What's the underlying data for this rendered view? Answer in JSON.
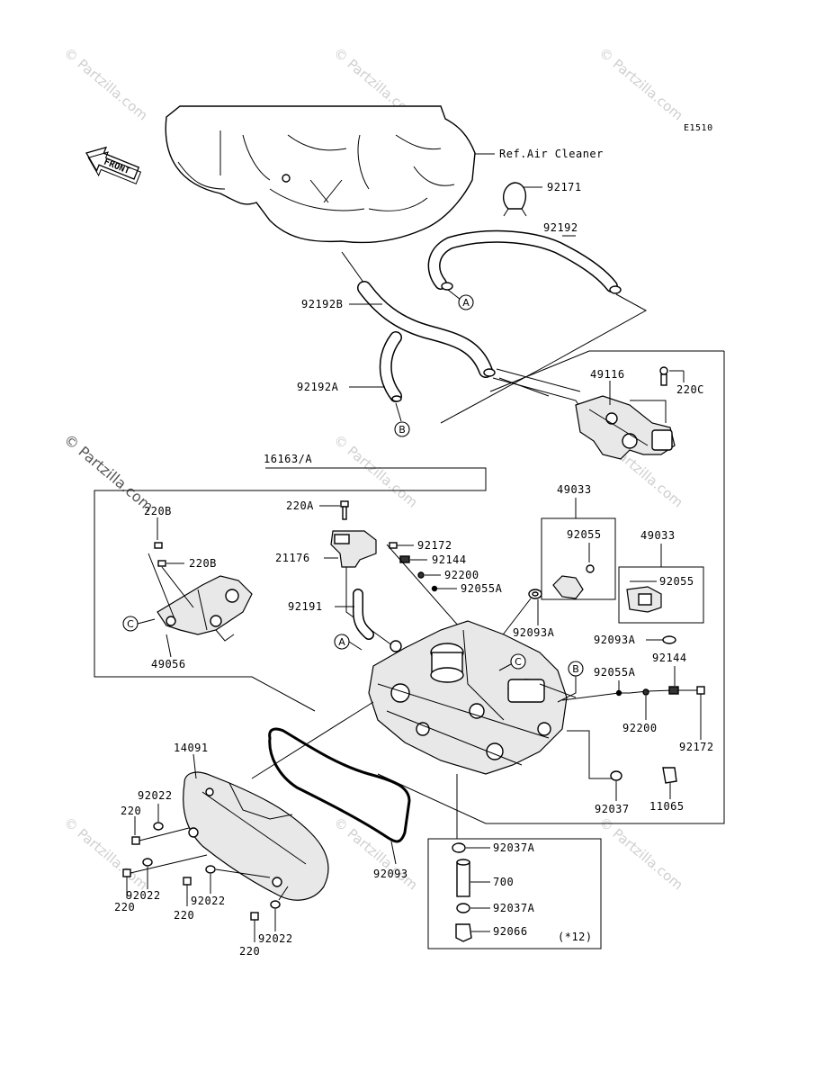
{
  "diagram": {
    "code": "E1510",
    "front_label": "FRONT",
    "ref_label": "Ref.Air Cleaner",
    "note": "(*12)",
    "watermark": "© Partzilla.com",
    "callouts": [
      "A",
      "A",
      "B",
      "B",
      "C",
      "C"
    ],
    "parts": {
      "p92171": "92171",
      "p92192": "92192",
      "p92192B": "92192B",
      "p92192A": "92192A",
      "p49116": "49116",
      "p220C": "220C",
      "p16163A": "16163/A",
      "p220A": "220A",
      "p220B_a": "220B",
      "p220B_b": "220B",
      "p21176": "21176",
      "p92172_top": "92172",
      "p92144_top": "92144",
      "p92200_top": "92200",
      "p92055A_top": "92055A",
      "p92191": "92191",
      "p49056": "49056",
      "p49033_a": "49033",
      "p92055_a": "92055",
      "p49033_b": "49033",
      "p92055_b": "92055",
      "p92093A_a": "92093A",
      "p92093A_b": "92093A",
      "p92055A_r": "92055A",
      "p92144_r": "92144",
      "p92200_r": "92200",
      "p92172_r": "92172",
      "p92037": "92037",
      "p11065": "11065",
      "p14091": "14091",
      "p92022_1": "92022",
      "p220_1": "220",
      "p92022_2": "92022",
      "p220_2": "220",
      "p92022_3": "92022",
      "p220_3": "220",
      "p92022_4": "92022",
      "p220_4": "220",
      "p92093": "92093",
      "p92037A_a": "92037A",
      "p700": "700",
      "p92037A_b": "92037A",
      "p92066": "92066"
    }
  }
}
